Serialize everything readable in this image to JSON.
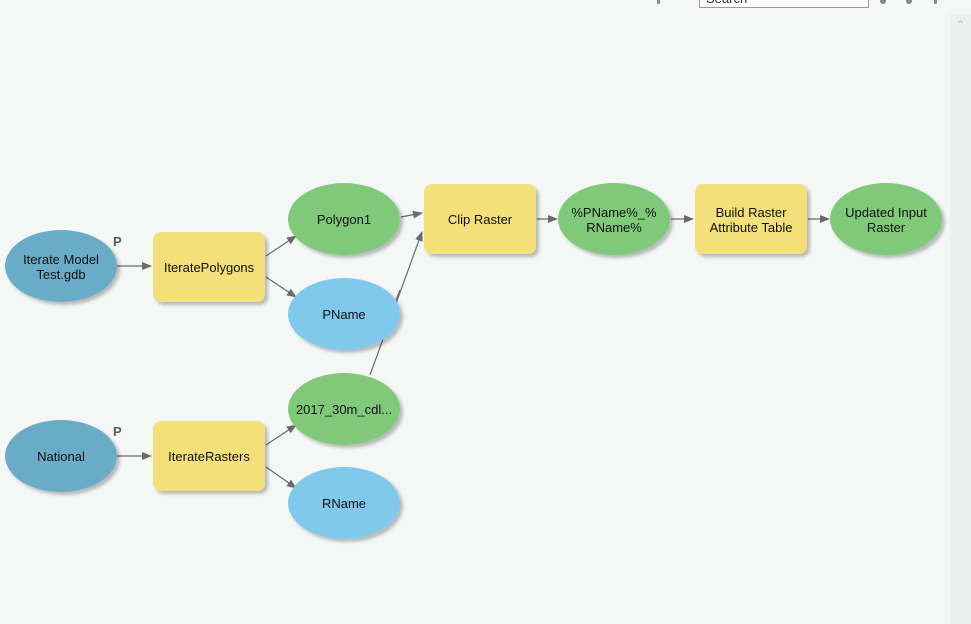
{
  "toolbar": {
    "search_placeholder": "Search"
  },
  "colors": {
    "background": "#f5f7f6",
    "input_data": "#6aacc8",
    "tool": "#f3e07a",
    "derived_data": "#80c97a",
    "variable": "#80c8ec",
    "parameter_marker": "#5a5a5a",
    "connector": "#6b6b6b"
  },
  "nodes": {
    "gdb": {
      "lines": [
        "Iterate Model",
        "Test.gdb"
      ],
      "param": "P"
    },
    "iterate_polygons": {
      "label": "IteratePolygons"
    },
    "polygon1": {
      "label": "Polygon1"
    },
    "pname": {
      "label": "PName"
    },
    "clip_raster": {
      "label": "Clip Raster"
    },
    "output": {
      "lines": [
        "%PName%_%",
        "RName%"
      ]
    },
    "build_rat": {
      "lines": [
        "Build Raster",
        "Attribute Table"
      ]
    },
    "updated": {
      "lines": [
        "Updated Input",
        "Raster"
      ]
    },
    "national": {
      "label": "National",
      "param": "P"
    },
    "iterate_rasters": {
      "label": "IterateRasters"
    },
    "cdl": {
      "label": "2017_30m_cdl..."
    },
    "rname": {
      "label": "RName"
    }
  }
}
